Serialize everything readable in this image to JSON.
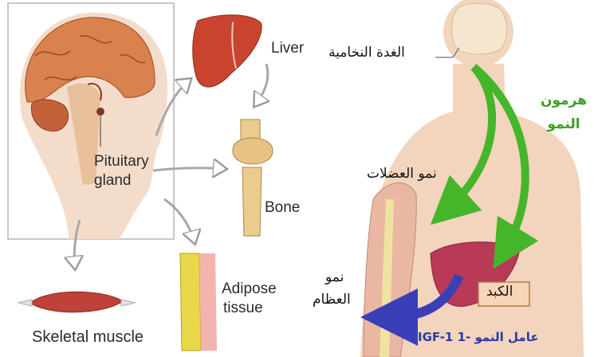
{
  "left": {
    "pituitary_label_1": "Pituitary",
    "pituitary_label_2": "gland",
    "liver_label": "Liver",
    "bone_label": "Bone",
    "adipose_label_1": "Adipose",
    "adipose_label_2": "tissue",
    "muscle_label": "Skeletal muscle"
  },
  "right": {
    "pituitary_label": "الغدة النخامية",
    "growth_hormone_1": "هرمون",
    "growth_hormone_2": "النمو",
    "muscle_growth": "نمو العضلات",
    "bone_growth_1": "نمو",
    "bone_growth_2": "العظام",
    "liver_label": "الكبد",
    "igf_label": "عامل النمو -1 IGF-1"
  },
  "colors": {
    "hormone_arrow": "#45b52a",
    "igf_arrow": "#3a3fb8",
    "igf_text": "#2a3aa8",
    "skin": "#f3d4bc"
  }
}
